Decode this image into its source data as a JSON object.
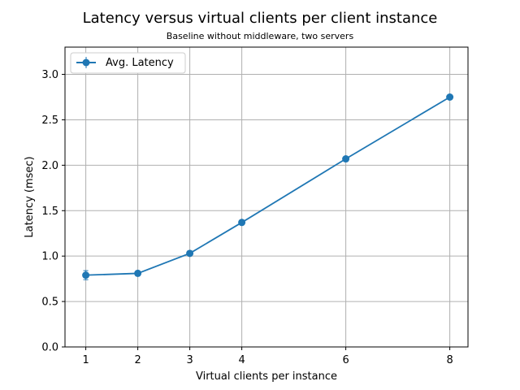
{
  "chart_data": {
    "type": "line",
    "title": "Latency versus virtual clients per client instance",
    "subtitle": "Baseline without middleware, two servers",
    "xlabel": "Virtual clients per instance",
    "ylabel": "Latency (msec)",
    "x_ticks": [
      1,
      2,
      3,
      4,
      6,
      8
    ],
    "y_ticks": [
      "0.0",
      "0.5",
      "1.0",
      "1.5",
      "2.0",
      "2.5",
      "3.0"
    ],
    "xlim": [
      0.6,
      8.35
    ],
    "ylim": [
      0.0,
      3.3
    ],
    "grid": true,
    "legend_position": "top-left",
    "series": [
      {
        "name": "Avg. Latency",
        "color": "#1f77b4",
        "x": [
          1,
          2,
          3,
          4,
          6,
          8
        ],
        "y": [
          0.79,
          0.81,
          1.03,
          1.37,
          2.07,
          2.75
        ],
        "error": [
          0.05,
          0.02,
          0.02,
          0.02,
          0.02,
          0.02
        ]
      }
    ]
  }
}
